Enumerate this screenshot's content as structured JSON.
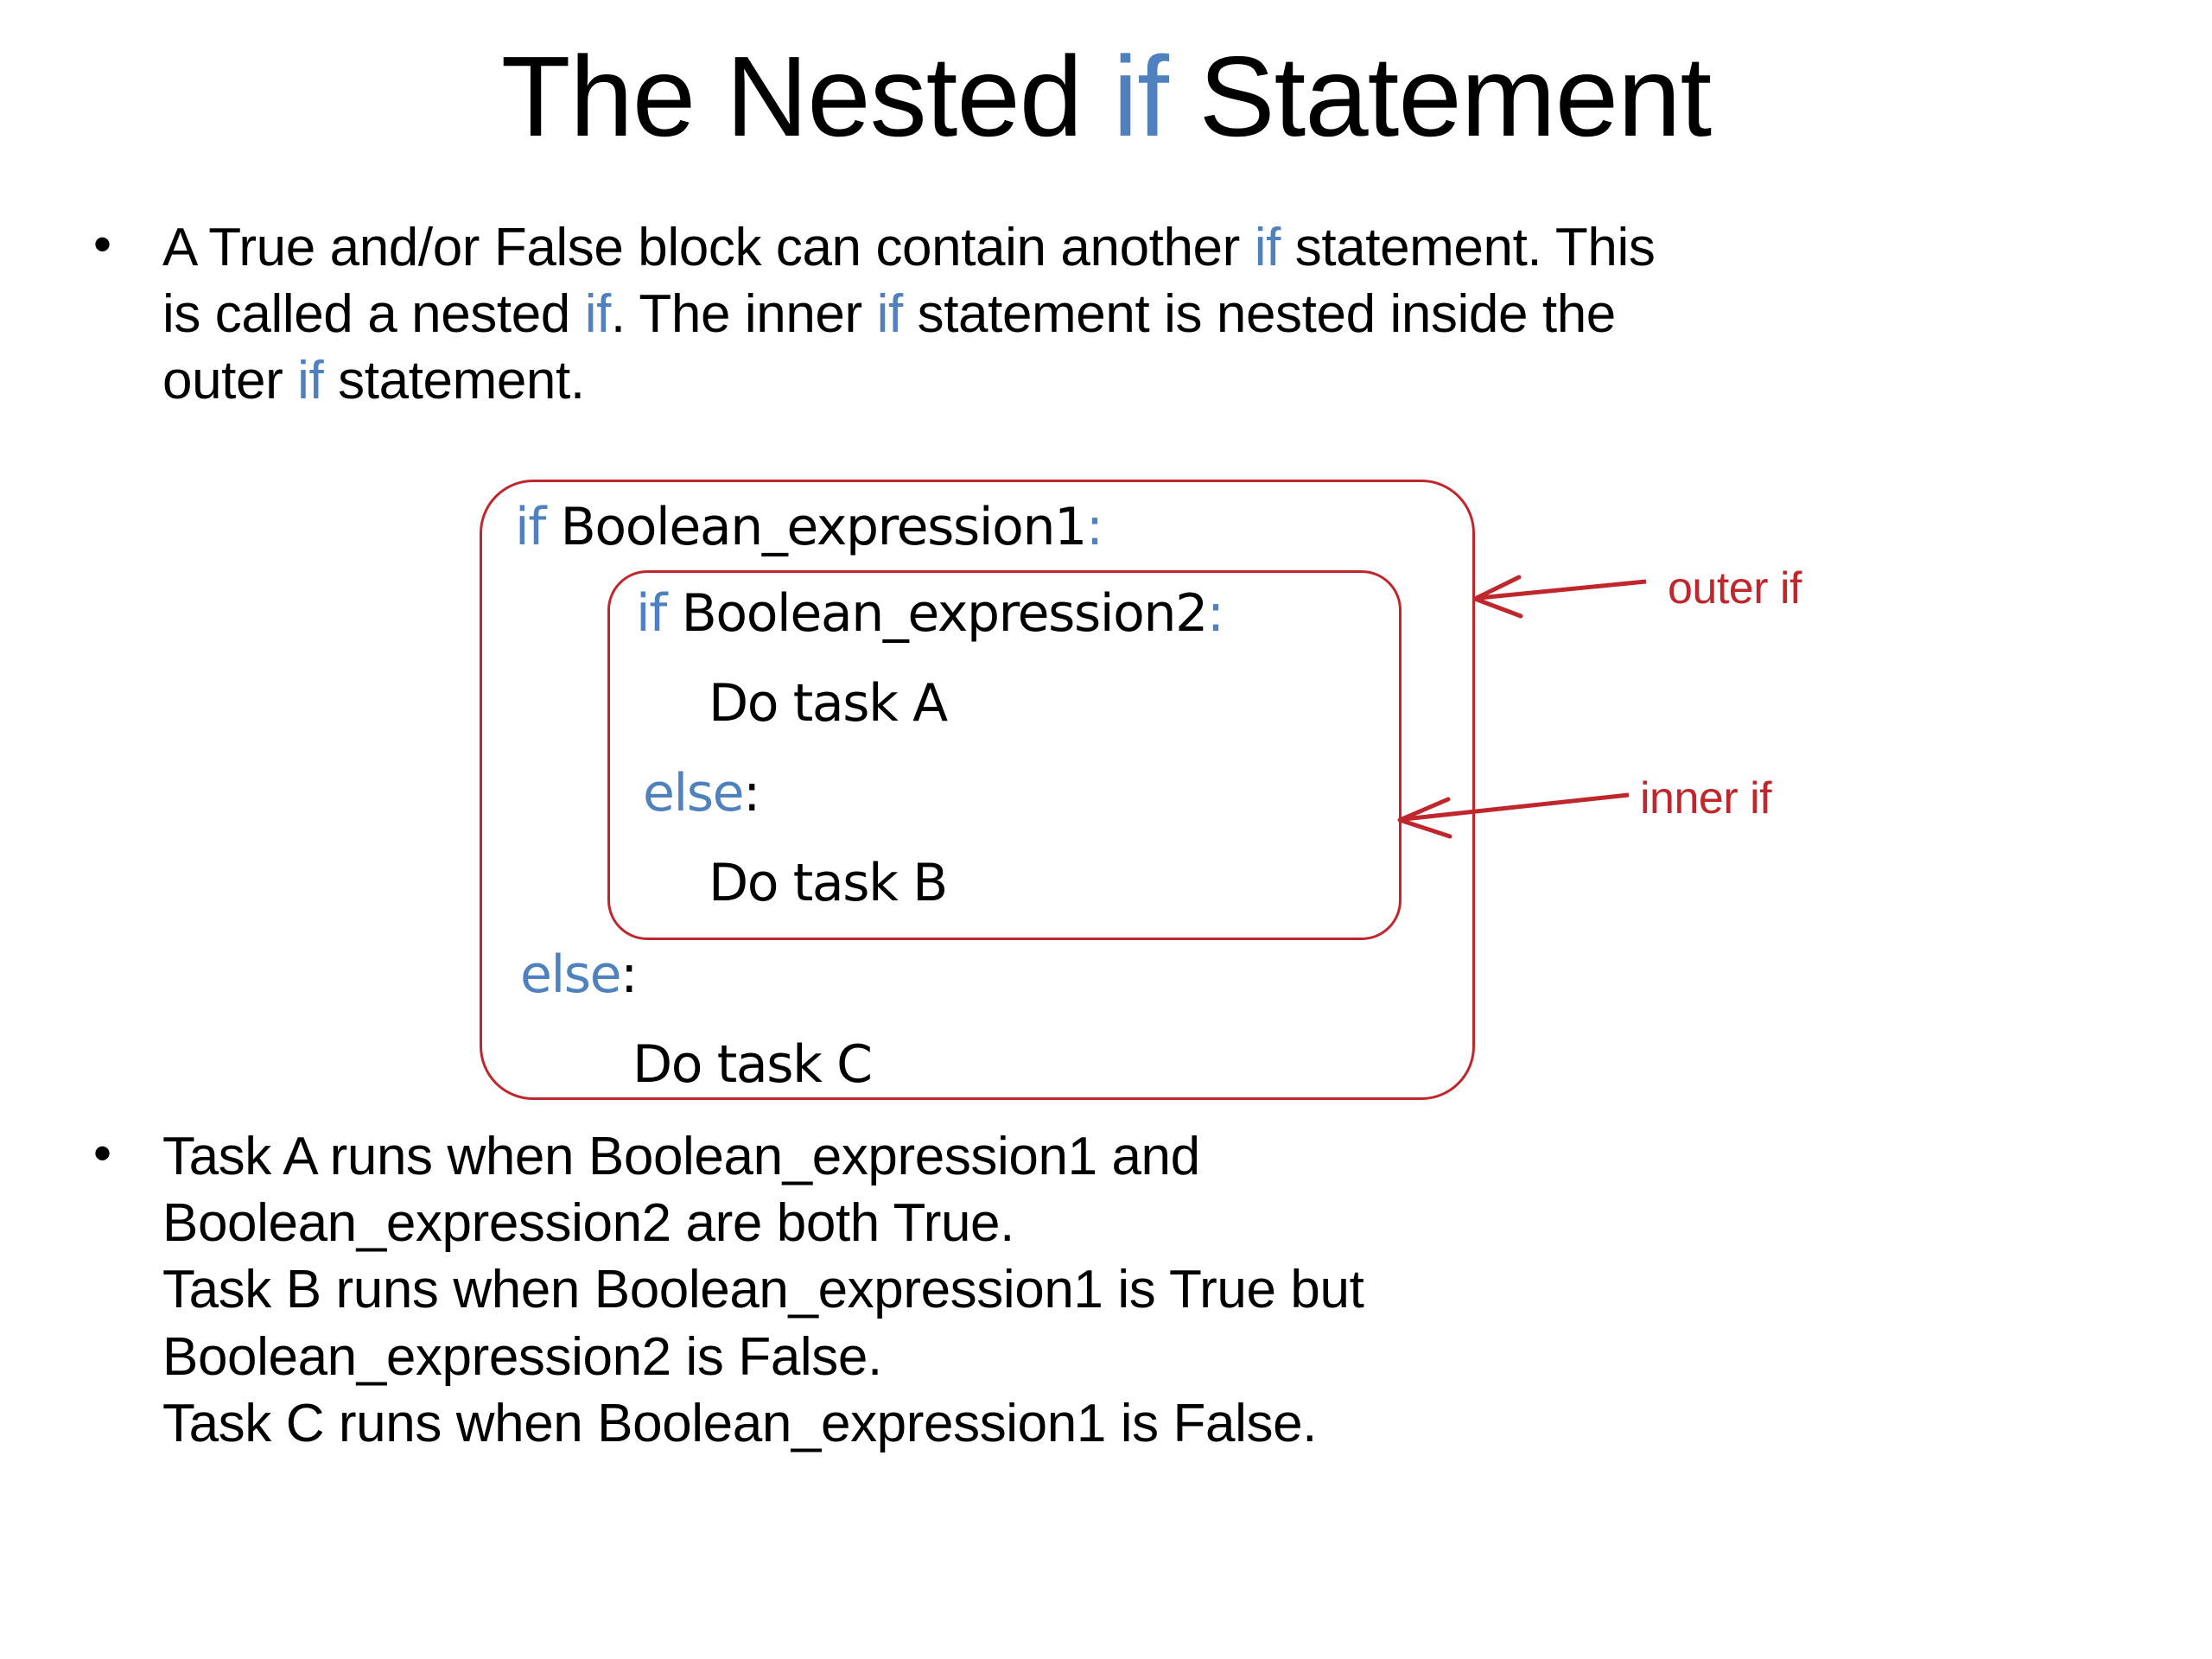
{
  "slide": {
    "title": {
      "pre": "The Nested ",
      "keyword": "if",
      "post": " Statement"
    }
  },
  "colors": {
    "keyword_blue": "#4E81BD",
    "annotation_red": "#C0272D",
    "text_black": "#000000",
    "background": "#FFFFFF"
  },
  "bullets": [
    {
      "marker": "•",
      "lines": [
        [
          {
            "t": "A True and/or False block can contain another ",
            "c": "black"
          },
          {
            "t": "if",
            "c": "blue"
          },
          {
            "t": " statement. This",
            "c": "black"
          }
        ],
        [
          {
            "t": "is called a nested ",
            "c": "black"
          },
          {
            "t": "if",
            "c": "blue"
          },
          {
            "t": ". The inner ",
            "c": "black"
          },
          {
            "t": "if",
            "c": "blue"
          },
          {
            "t": " statement is nested inside the",
            "c": "black"
          }
        ],
        [
          {
            "t": "outer ",
            "c": "black"
          },
          {
            "t": "if",
            "c": "blue"
          },
          {
            "t": " statement.",
            "c": "black"
          }
        ]
      ]
    },
    {
      "marker": "•",
      "lines": [
        [
          {
            "t": "Task A runs when Boolean_expression1  and",
            "c": "black"
          }
        ],
        [
          {
            "t": "Boolean_expression2 are both True.",
            "c": "black"
          }
        ],
        [
          {
            "t": "Task B runs when Boolean_expression1 is True  but",
            "c": "black"
          }
        ],
        [
          {
            "t": "Boolean_expression2 is False.",
            "c": "black"
          }
        ],
        [
          {
            "t": "Task C runs when Boolean_expression1 is False.",
            "c": "black"
          }
        ]
      ]
    }
  ],
  "code_diagram": {
    "lines": [
      {
        "id": "code-l1",
        "parts": [
          {
            "t": "if",
            "c": "blue"
          },
          {
            "t": "  Boolean_expression1",
            "c": "black"
          },
          {
            "t": ":",
            "c": "blue"
          }
        ]
      },
      {
        "id": "code-l2",
        "parts": [
          {
            "t": "if",
            "c": "blue"
          },
          {
            "t": " Boolean_expression2",
            "c": "black"
          },
          {
            "t": ":",
            "c": "blue"
          }
        ]
      },
      {
        "id": "code-l3",
        "parts": [
          {
            "t": "Do task A",
            "c": "black"
          }
        ]
      },
      {
        "id": "code-l4",
        "parts": [
          {
            "t": "else",
            "c": "blue"
          },
          {
            "t": ":",
            "c": "black"
          }
        ]
      },
      {
        "id": "code-l5",
        "parts": [
          {
            "t": "Do task B",
            "c": "black"
          }
        ]
      },
      {
        "id": "code-l6",
        "parts": [
          {
            "t": "else",
            "c": "blue"
          },
          {
            "t": ":",
            "c": "black"
          }
        ]
      },
      {
        "id": "code-l7",
        "parts": [
          {
            "t": "Do task C",
            "c": "black"
          }
        ]
      }
    ],
    "outer_box_label": "outer if",
    "inner_box_label": "inner if"
  },
  "annotations": [
    {
      "id": "label-outer-if",
      "text": "outer if"
    },
    {
      "id": "label-inner-if",
      "text": "inner if"
    }
  ]
}
